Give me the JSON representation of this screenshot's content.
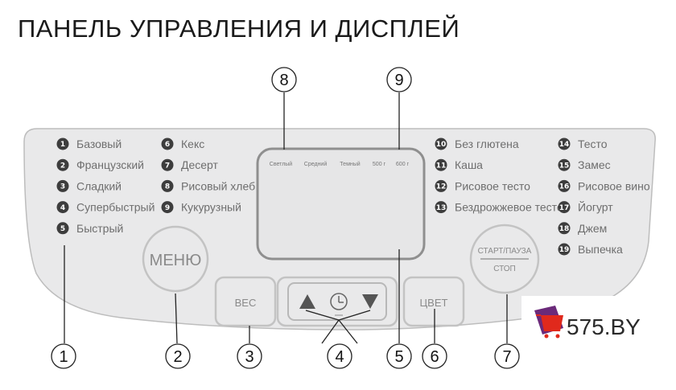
{
  "title": "ПАНЕЛЬ УПРАВЛЕНИЯ И ДИСПЛЕЙ",
  "programs": [
    {
      "num": "1",
      "label": "Базовый"
    },
    {
      "num": "2",
      "label": "Французский"
    },
    {
      "num": "3",
      "label": "Сладкий"
    },
    {
      "num": "4",
      "label": "Супербыстрый"
    },
    {
      "num": "5",
      "label": "Быстрый"
    },
    {
      "num": "6",
      "label": "Кекс"
    },
    {
      "num": "7",
      "label": "Десерт"
    },
    {
      "num": "8",
      "label": "Рисовый хлеб"
    },
    {
      "num": "9",
      "label": "Кукурузный"
    },
    {
      "num": "10",
      "label": "Без глютена"
    },
    {
      "num": "11",
      "label": "Каша"
    },
    {
      "num": "12",
      "label": "Рисовое тесто"
    },
    {
      "num": "13",
      "label": "Бездрожжевое тесто"
    },
    {
      "num": "14",
      "label": "Тесто"
    },
    {
      "num": "15",
      "label": "Замес"
    },
    {
      "num": "16",
      "label": "Рисовое вино"
    },
    {
      "num": "17",
      "label": "Йогурт"
    },
    {
      "num": "18",
      "label": "Джем"
    },
    {
      "num": "19",
      "label": "Выпечка"
    }
  ],
  "display": {
    "indicators": [
      "Светлый",
      "Средний",
      "Темный",
      "500 г",
      "600 г"
    ]
  },
  "buttons": {
    "menu": "МЕНЮ",
    "weight": "ВЕС",
    "color": "ЦВЕТ",
    "start_top": "СТАРТ/ПАУЗА",
    "start_bottom": "СТОП"
  },
  "callouts": [
    "1",
    "2",
    "3",
    "4",
    "5",
    "6",
    "7",
    "8",
    "9"
  ],
  "logo": {
    "text": "575.BY",
    "accent": "#6b2a7a",
    "cart": "#e0291c"
  },
  "colors": {
    "panel": "#e9e9ea",
    "panel_border": "#bdbdbd",
    "badge": "#3d3d3d",
    "control_border": "#c3c3c3",
    "display_border": "#8f8f8f"
  }
}
